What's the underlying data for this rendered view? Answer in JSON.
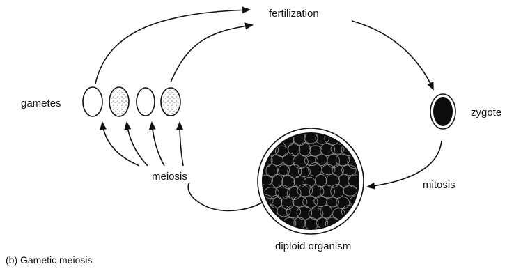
{
  "diagram": {
    "labels": {
      "fertilization": "fertilization",
      "gametes": "gametes",
      "zygote": "zygote",
      "meiosis": "meiosis",
      "mitosis": "mitosis",
      "diploid_organism": "diploid organism"
    },
    "caption": "(b) Gametic meiosis",
    "gametes": [
      {
        "fill": "plain"
      },
      {
        "fill": "stippled"
      },
      {
        "fill": "plain"
      },
      {
        "fill": "stippled"
      }
    ],
    "colors": {
      "ink": "#111111",
      "background": "#ffffff"
    }
  }
}
